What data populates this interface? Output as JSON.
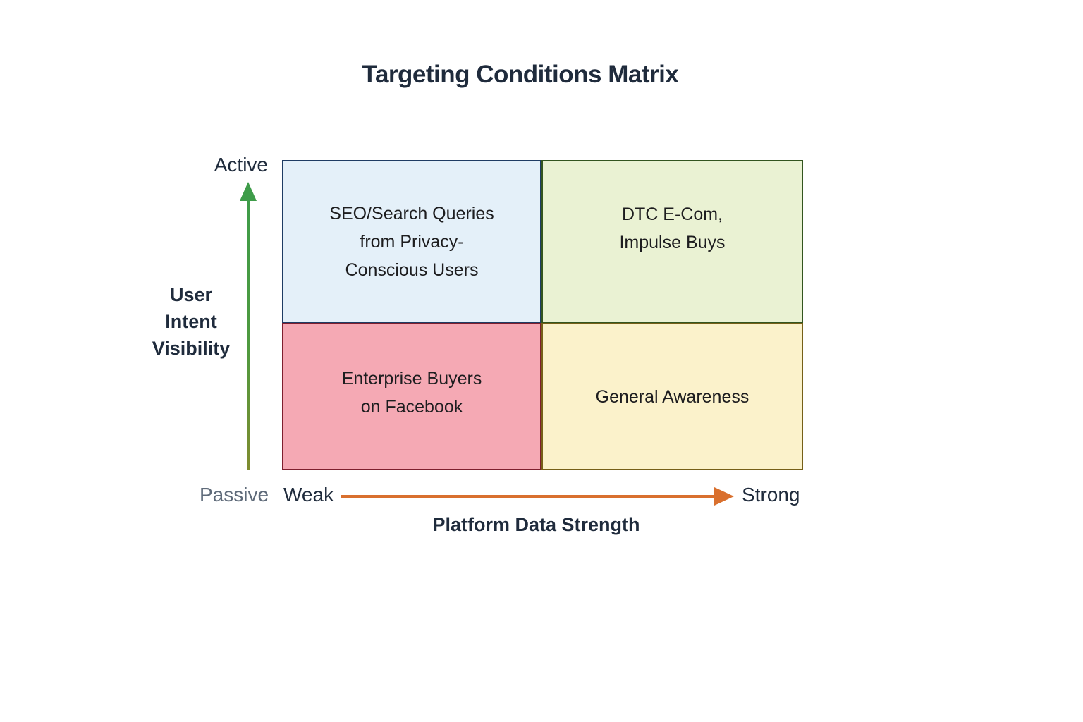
{
  "title": "Targeting Conditions Matrix",
  "matrix": {
    "quadrants": [
      {
        "name": "top-left",
        "lines": [
          "SEO/Search Queries",
          "from Privacy-",
          "Conscious Users"
        ],
        "bg": "#e4f0f9",
        "border": "#1e3c64"
      },
      {
        "name": "top-right",
        "lines": [
          "DTC E-Com,",
          "Impulse Buys"
        ],
        "bg": "#eaf2d3",
        "border": "#33551f"
      },
      {
        "name": "bottom-left",
        "lines": [
          "Enterprise Buyers",
          "on Facebook"
        ],
        "bg": "#f5a9b4",
        "border": "#7e1f2e"
      },
      {
        "name": "bottom-right",
        "lines": [
          "General Awareness"
        ],
        "bg": "#fbf2cb",
        "border": "#766018"
      }
    ]
  },
  "y_axis": {
    "label_lines": [
      "User",
      "Intent",
      "Visibility"
    ],
    "top_label": "Active",
    "bottom_label": "Passive",
    "arrow_color_top": "#3e9c49",
    "arrow_color_bottom": "#7f8c2f"
  },
  "x_axis": {
    "label": "Platform Data Strength",
    "left_label": "Weak",
    "right_label": "Strong",
    "arrow_color": "#d9702e"
  },
  "colors": {
    "background": "#ffffff",
    "heading_text": "#1f2b3c",
    "muted_text": "#5f6b7a",
    "quadrant_text": "#1d1d1f"
  }
}
